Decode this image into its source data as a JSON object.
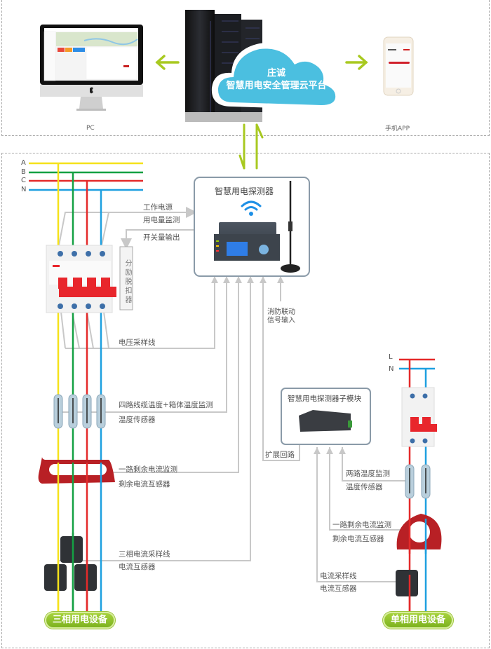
{
  "top": {
    "pc_label": "PC",
    "app_label": "手机APP",
    "cloud_line1": "庄诚",
    "cloud_line2": "智慧用电安全管理云平台"
  },
  "detector": {
    "title": "智慧用电探测器",
    "inputs_note_line1": "消防联动",
    "inputs_note_line2": "信号输入"
  },
  "three_phase": {
    "phases": [
      "A",
      "B",
      "C",
      "N"
    ],
    "labels": {
      "work_power": "工作电源",
      "energy_monitor": "用电量监测",
      "switch_output": "开关量输出",
      "shunt_trip": "分励脱扣器",
      "voltage_sampling": "电压采样线",
      "temp_monitor": "四路线缆温度+箱体温度监测",
      "temp_sensor": "温度传感器",
      "residual_monitor": "一路剩余电流监测",
      "residual_ct": "剩余电流互感器",
      "current_sampling": "三相电流采样线",
      "ct": "电流互感器"
    },
    "device_label": "三相用电设备"
  },
  "sub_module": {
    "title": "智慧用电探测器子模块",
    "expand_loop": "扩展回路"
  },
  "single_phase": {
    "phases": [
      "L",
      "N"
    ],
    "labels": {
      "temp_monitor": "两路温度监测",
      "temp_sensor": "温度传感器",
      "residual_monitor": "一路剩余电流监测",
      "residual_ct": "剩余电流互感器",
      "current_sampling": "电流采样线",
      "ct": "电流互感器"
    },
    "device_label": "单相用电设备"
  },
  "colors": {
    "phase_a": "#f5e21b",
    "phase_b": "#14a043",
    "phase_c": "#e42a2a",
    "neutral": "#1ea0e0",
    "arrow_green": "#a8c920",
    "cloud": "#4bbfe0",
    "wire_gray": "#c8c8c8",
    "breaker_red": "#e8262c"
  }
}
